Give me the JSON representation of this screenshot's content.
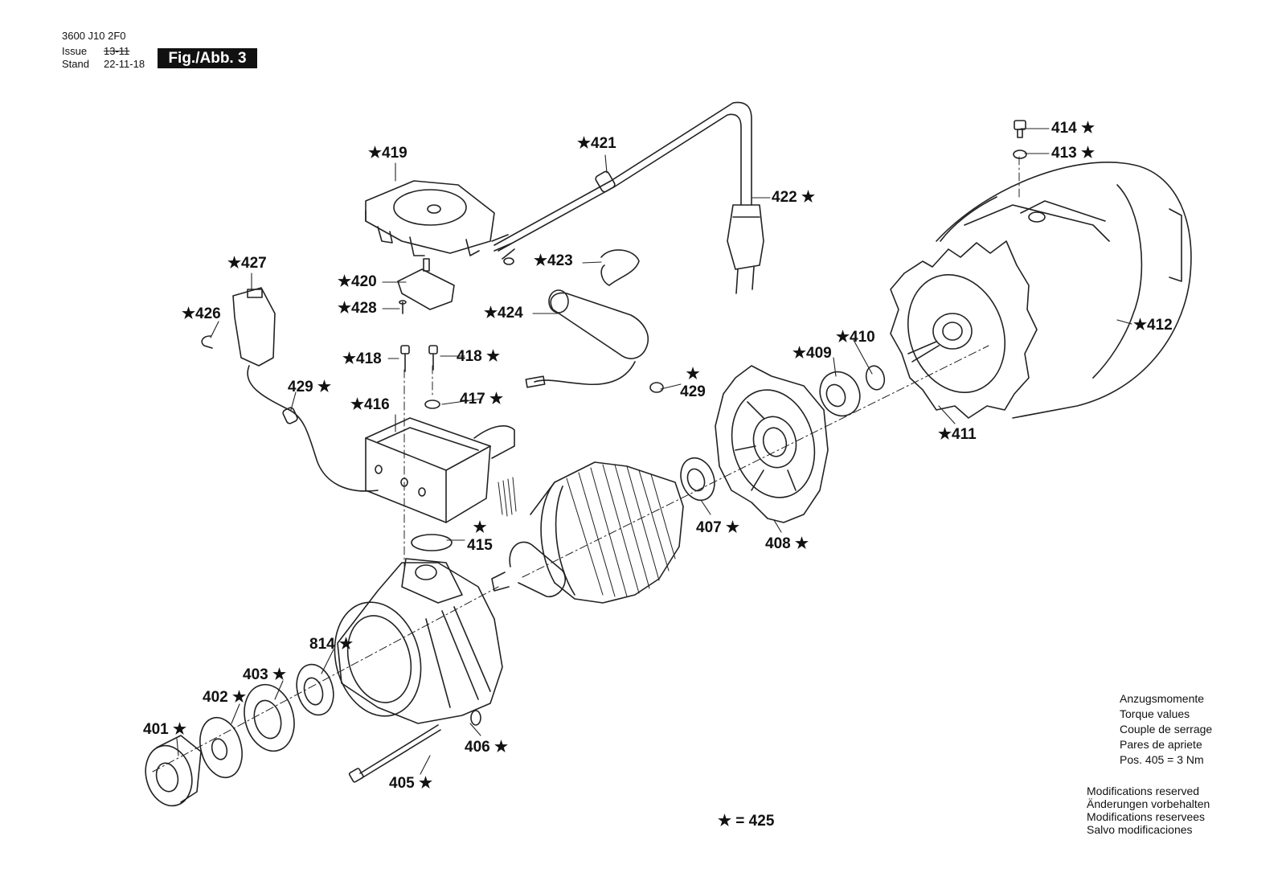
{
  "header": {
    "doc_number": "3600 J10 2F0",
    "issue_label": "Issue",
    "issue_value": "13-11",
    "stand_label": "Stand",
    "stand_value": "22-11-18",
    "figure": "Fig./Abb. 3"
  },
  "callouts": [
    {
      "id": "414",
      "text": "414 ★"
    },
    {
      "id": "413",
      "text": "413 ★"
    },
    {
      "id": "421",
      "text": "★421"
    },
    {
      "id": "419",
      "text": "★419"
    },
    {
      "id": "422",
      "text": "422 ★"
    },
    {
      "id": "427",
      "text": "★427"
    },
    {
      "id": "423",
      "text": "★423"
    },
    {
      "id": "420",
      "text": "★420"
    },
    {
      "id": "428",
      "text": "★428"
    },
    {
      "id": "426",
      "text": "★426"
    },
    {
      "id": "424",
      "text": "★424"
    },
    {
      "id": "412",
      "text": "★412"
    },
    {
      "id": "410",
      "text": "★410"
    },
    {
      "id": "409",
      "text": "★409"
    },
    {
      "id": "418a",
      "text": "★418"
    },
    {
      "id": "418b",
      "text": "418 ★"
    },
    {
      "id": "429a",
      "text": "429 ★"
    },
    {
      "id": "429b",
      "text": "★ 429"
    },
    {
      "id": "417",
      "text": "417 ★"
    },
    {
      "id": "416",
      "text": "★416"
    },
    {
      "id": "411",
      "text": "★411"
    },
    {
      "id": "407",
      "text": "407 ★"
    },
    {
      "id": "408",
      "text": "408 ★"
    },
    {
      "id": "415",
      "text": "★ 415"
    },
    {
      "id": "814",
      "text": "814 ★"
    },
    {
      "id": "403",
      "text": "403 ★"
    },
    {
      "id": "402",
      "text": "402 ★"
    },
    {
      "id": "401",
      "text": "401 ★"
    },
    {
      "id": "406",
      "text": "406 ★"
    },
    {
      "id": "405",
      "text": "405 ★"
    }
  ],
  "torque_notes": [
    "Anzugsmomente",
    "Torque values",
    "Couple de serrage",
    "Pares de apriete",
    "Pos. 405 = 3 Nm"
  ],
  "modification_notes": [
    "Modifications reserved",
    "Änderungen vorbehalten",
    "Modifications reservees",
    "Salvo modificaciones"
  ],
  "legend": "★ = 425"
}
